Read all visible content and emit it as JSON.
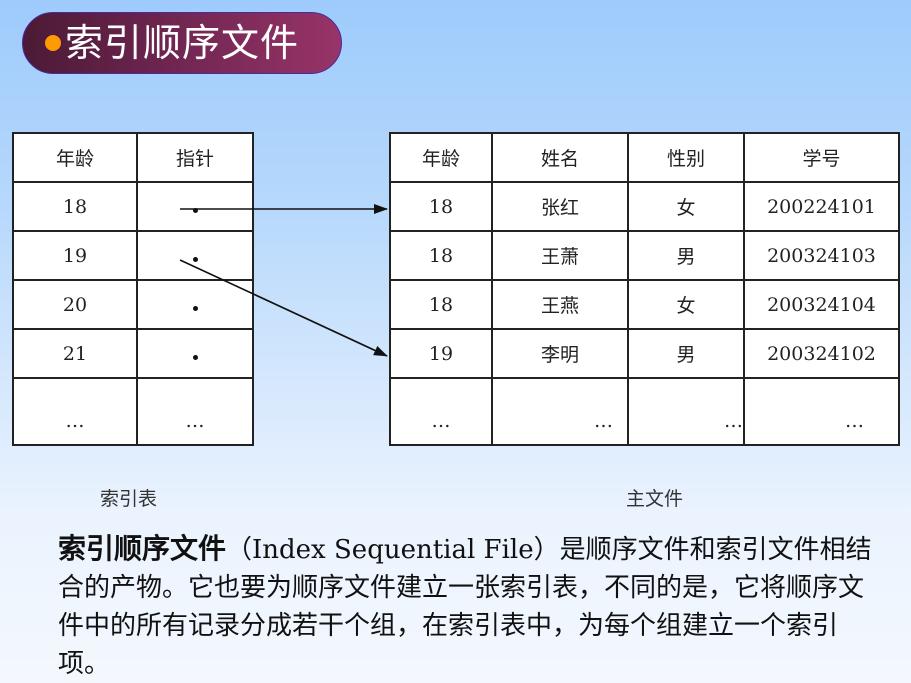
{
  "title": {
    "text": "索引顺序文件",
    "bullet_color": "#ff9a00",
    "pill_gradient": [
      "#4b1a35",
      "#983468"
    ]
  },
  "index_table": {
    "caption": "索引表",
    "headers": [
      "年龄",
      "指针"
    ],
    "rows": [
      {
        "age": "18",
        "pointer": "•"
      },
      {
        "age": "19",
        "pointer": "•"
      },
      {
        "age": "20",
        "pointer": "•"
      },
      {
        "age": "21",
        "pointer": "•"
      },
      {
        "age": "…",
        "pointer": "…"
      }
    ]
  },
  "main_table": {
    "caption": "主文件",
    "headers": [
      "年龄",
      "姓名",
      "性别",
      "学号"
    ],
    "rows": [
      [
        "18",
        "张红",
        "女",
        "200224101"
      ],
      [
        "18",
        "王萧",
        "男",
        "200324103"
      ],
      [
        "18",
        "王燕",
        "女",
        "200324104"
      ],
      [
        "19",
        "李明",
        "男",
        "200324102"
      ],
      [
        "…",
        "…",
        "…",
        "…"
      ]
    ]
  },
  "arrows": [
    {
      "from": "index_table.rows.0.pointer",
      "to": "main_table.rows.0"
    },
    {
      "from": "index_table.rows.1.pointer",
      "to": "main_table.rows.3"
    }
  ],
  "description": {
    "term": "索引顺序文件",
    "text": "（Index Sequential File）是顺序文件和索引文件相结合的产物。它也要为顺序文件建立一张索引表，不同的是，它将顺序文件中的所有记录分成若干个组，在索引表中，为每个组建立一个索引项。"
  }
}
